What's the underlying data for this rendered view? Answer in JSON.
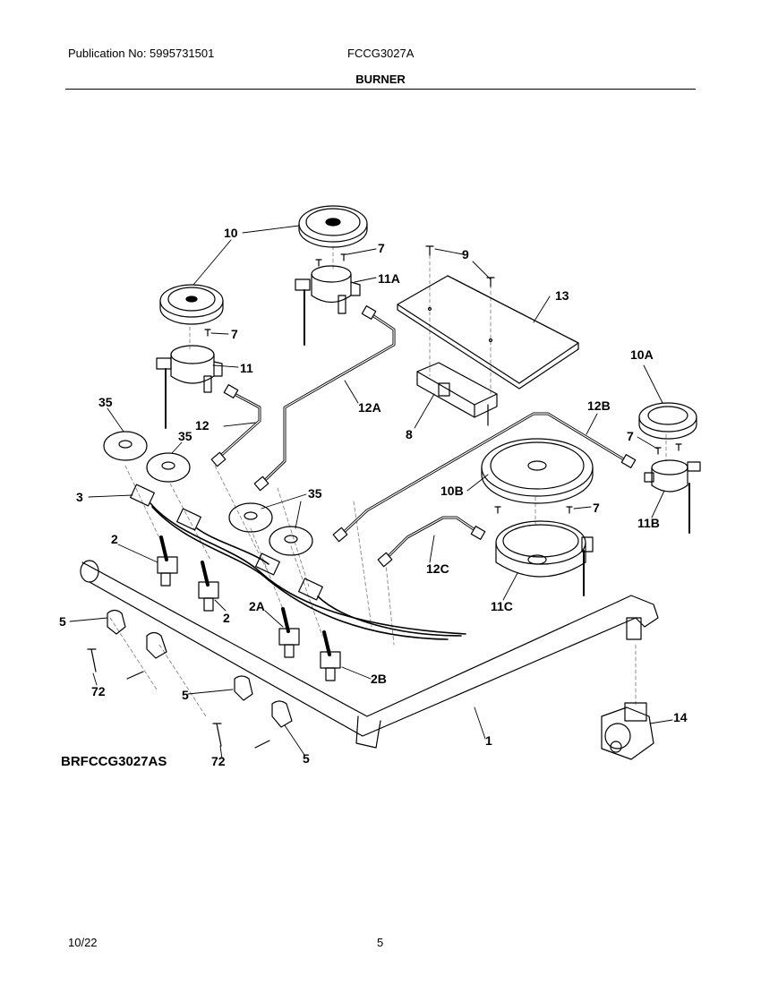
{
  "header": {
    "publication": "Publication No: 5995731501",
    "model": "FCCG3027A",
    "section_title": "BURNER"
  },
  "callouts": {
    "c10": "10",
    "c7a": "7",
    "c7b": "7",
    "c7c": "7",
    "c7d": "7",
    "c11A": "11A",
    "c9": "9",
    "c13": "13",
    "c11": "11",
    "c10A": "10A",
    "c35a": "35",
    "c35b": "35",
    "c35c": "35",
    "c12": "12",
    "c12A": "12A",
    "c8": "8",
    "c12B": "12B",
    "c3": "3",
    "c10B": "10B",
    "c11B": "11B",
    "c2a": "2",
    "c2b": "2",
    "c12C": "12C",
    "c11C": "11C",
    "c5a": "5",
    "c2A": "2A",
    "c5b": "5",
    "c72a": "72",
    "c2B": "2B",
    "c5c": "5",
    "c14": "14",
    "c1": "1",
    "c72b": "72"
  },
  "diagram_code": "BRFCCG3027AS",
  "footer": {
    "date": "10/22",
    "page": "5"
  }
}
